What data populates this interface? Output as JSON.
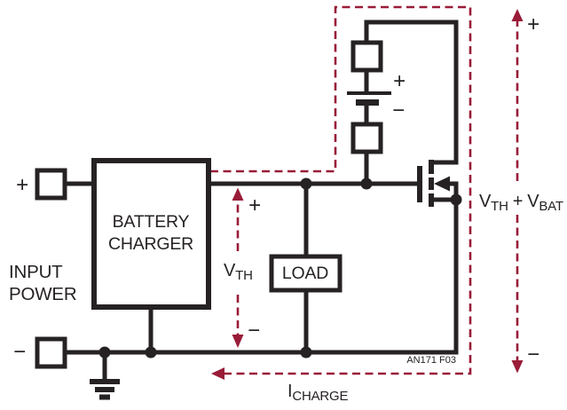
{
  "colors": {
    "line": "#262223",
    "text": "#262223",
    "accent": "#991c38",
    "background": "#ffffff"
  },
  "input": {
    "label_line1": "INPUT",
    "label_line2": "POWER",
    "positive_sign": "+",
    "negative_sign": "−"
  },
  "blocks": {
    "battery_charger_line1": "BATTERY",
    "battery_charger_line2": "CHARGER",
    "load_label": "LOAD"
  },
  "battery": {
    "positive_sign": "+",
    "negative_sign": "−"
  },
  "annotations": {
    "v_th": {
      "symbol": "V",
      "subscript": "TH",
      "plus_sign": "+",
      "minus_sign": "−"
    },
    "v_out": {
      "symbol1": "V",
      "subscript1": "TH",
      "operator": "+",
      "symbol2": "V",
      "subscript2": "BAT",
      "plus_sign": "+",
      "minus_sign": "−"
    },
    "i_charge": {
      "symbol": "I",
      "subscript": "CHARGE"
    }
  },
  "figure_note": "AN171 F03"
}
